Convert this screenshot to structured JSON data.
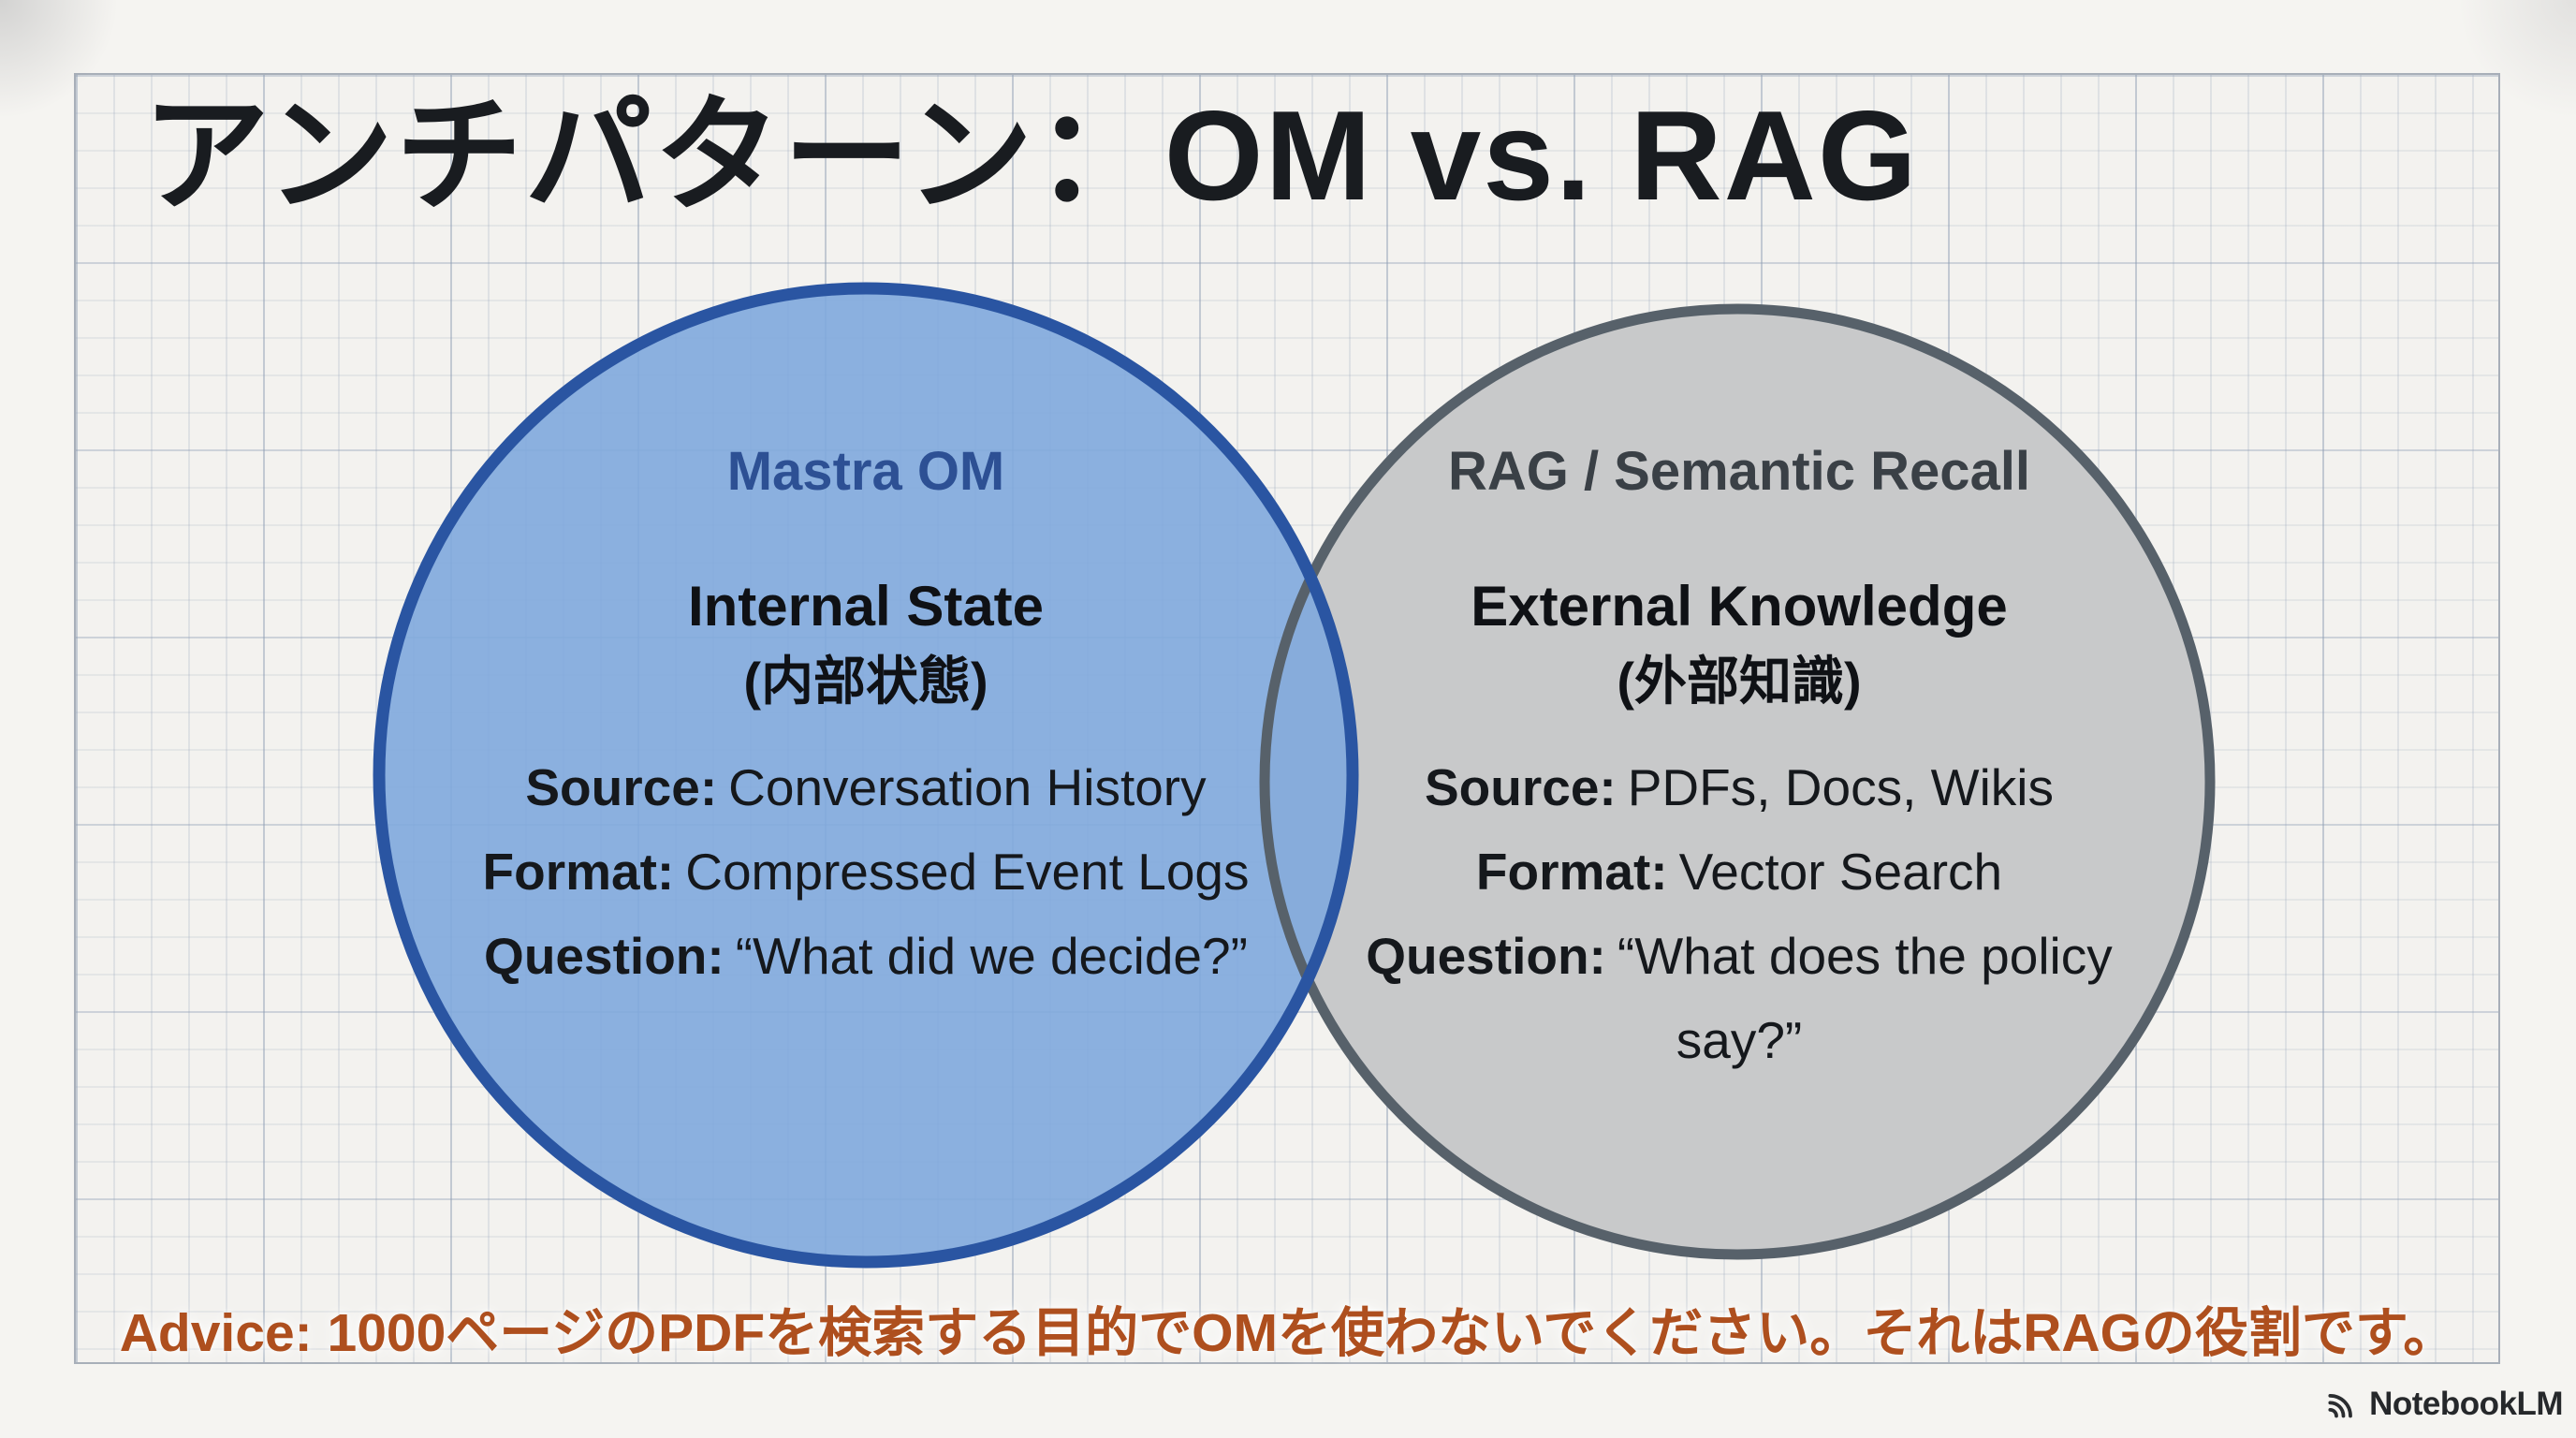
{
  "slide": {
    "title": "アンチパターン：OM vs. RAG",
    "advice": "Advice: 1000ページのPDFを検索する目的でOMを使わないでください。それはRAGの役割です。",
    "watermark": "NotebookLM"
  },
  "venn": {
    "left": {
      "header": "Mastra OM",
      "subtitle": "Internal State",
      "subtitle_ja": "(内部状態)",
      "rows": [
        {
          "label": "Source:",
          "value": "Conversation History"
        },
        {
          "label": "Format:",
          "value": "Compressed Event Logs"
        },
        {
          "label": "Question:",
          "value": "“What did we decide?”"
        }
      ],
      "colors": {
        "fill": "#80a8dd",
        "stroke": "#2a55a2",
        "header_text": "#2d5094"
      }
    },
    "right": {
      "header": "RAG / Semantic Recall",
      "subtitle": "External Knowledge",
      "subtitle_ja": "(外部知識)",
      "rows": [
        {
          "label": "Source:",
          "value": "PDFs, Docs, Wikis"
        },
        {
          "label": "Format:",
          "value": "Vector Search"
        },
        {
          "label": "Question:",
          "value": "“What does the policy say?”"
        }
      ],
      "colors": {
        "fill": "#c8c9ca",
        "stroke": "#57616a",
        "header_text": "#3a4046"
      }
    }
  },
  "colors": {
    "page_background": "#f5f4f1",
    "grid_background": "#f3f2ef",
    "grid_line": "#c9d0da",
    "frame_border": "#a8afb9",
    "title_text": "#191c20",
    "body_text": "#15181c",
    "advice_text": "#ae4f1e",
    "watermark_text": "#26282b"
  }
}
